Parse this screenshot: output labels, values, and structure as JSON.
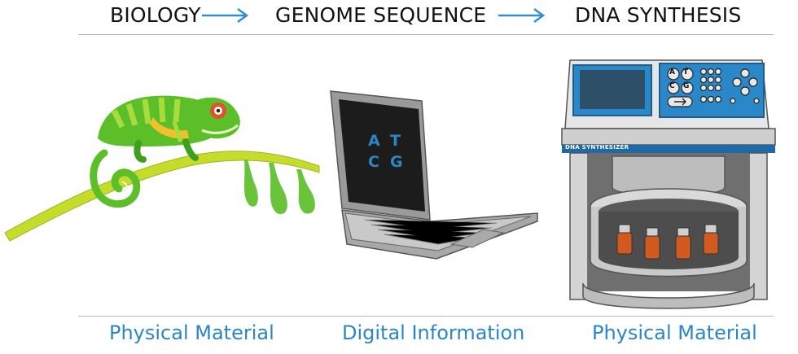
{
  "header": {
    "steps": [
      "BIOLOGY",
      "GENOME SEQUENCE",
      "DNA SYNTHESIS"
    ]
  },
  "captions": [
    "Physical Material",
    "Digital Information",
    "Physical Material"
  ],
  "laptop": {
    "screen_letters": [
      "A",
      "T",
      "C",
      "G"
    ]
  },
  "synthesizer": {
    "panel_label": "DNA SYNTHESIZER",
    "keypad_letters": [
      "A",
      "T",
      "C",
      "G"
    ]
  },
  "colors": {
    "accent": "#2b86c5",
    "arrow": "#2f8fd0",
    "chameleon_green": "#5cbf2a",
    "chameleon_light": "#a6dc3c",
    "branch": "#c6dc2a",
    "vial_orange": "#d35a1e"
  }
}
